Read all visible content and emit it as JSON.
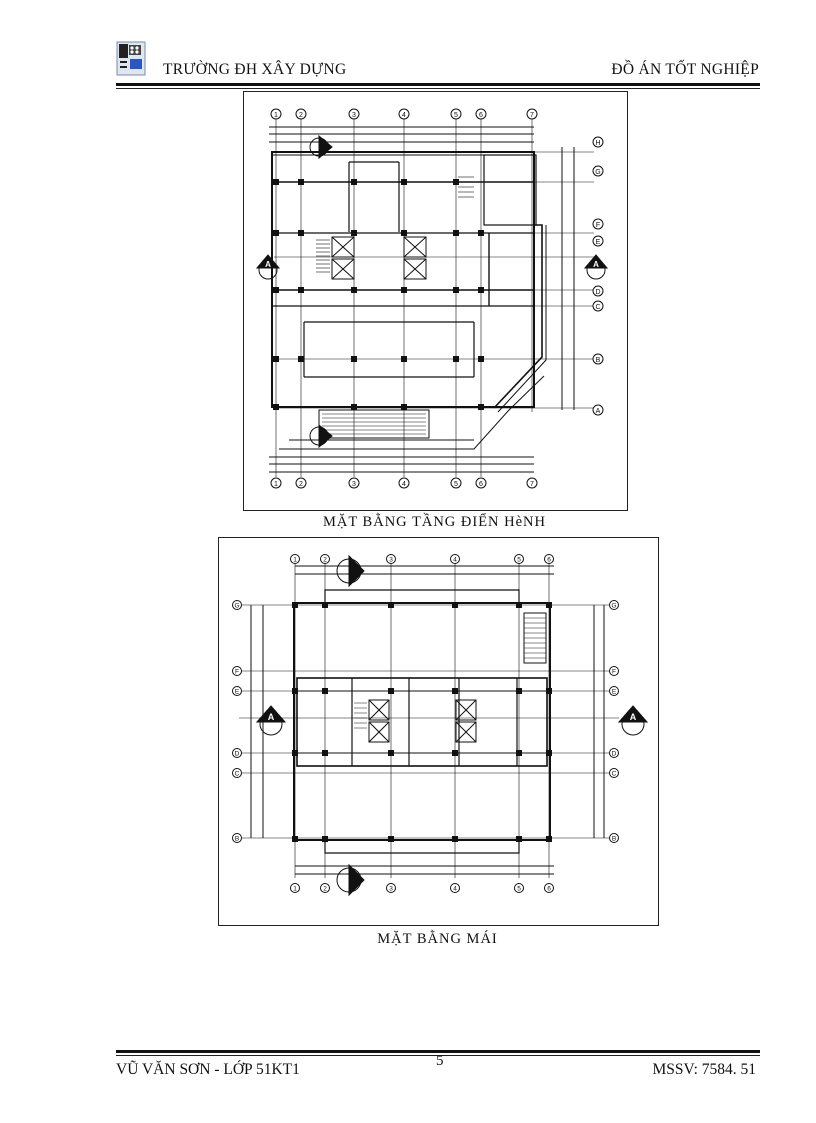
{
  "header": {
    "logo": "university-logo",
    "left_title": "TRƯỜNG ĐH XÂY DỰNG",
    "right_title": "ĐỒ ÁN TỐT NGHIỆP"
  },
  "figures": [
    {
      "caption": "MẶT BẰNG TẦNG ĐIỂN HèNH",
      "grid_columns": [
        "1",
        "2",
        "3",
        "4",
        "5",
        "6",
        "7"
      ],
      "grid_rows": [
        "H",
        "G",
        "F",
        "E",
        "D",
        "C",
        "B",
        "A"
      ],
      "section_marker": "A"
    },
    {
      "caption": "MẶT BẰNG MÁI",
      "grid_columns": [
        "1",
        "2",
        "3",
        "4",
        "5",
        "6"
      ],
      "grid_rows": [
        "G",
        "F",
        "E",
        "D",
        "C",
        "B"
      ],
      "section_marker": "A"
    }
  ],
  "footer": {
    "author": "VŨ VĂN SƠN - LỚP 51KT1",
    "page_number": "5",
    "student_id": "MSSV:  7584. 51"
  }
}
